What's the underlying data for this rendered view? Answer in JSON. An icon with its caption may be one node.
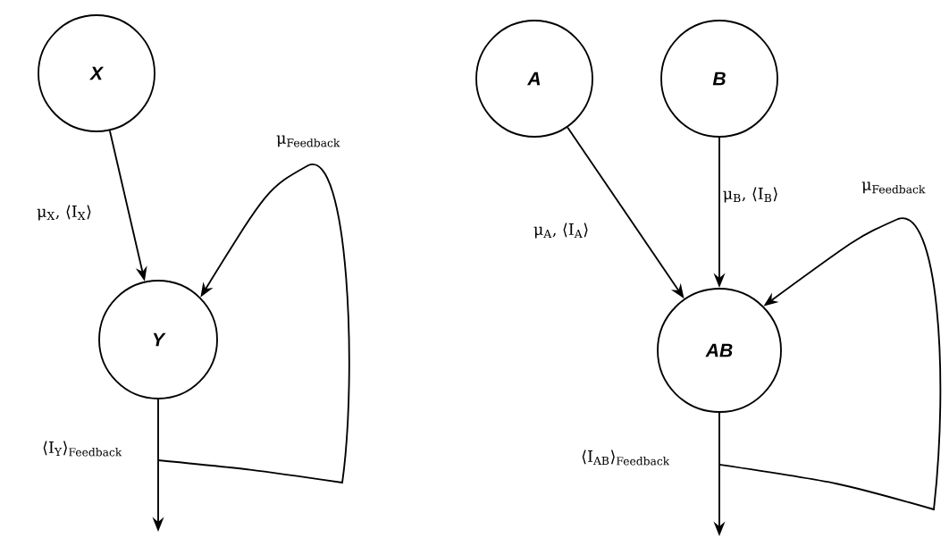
{
  "diagram": {
    "nodes": [
      {
        "text": [
          "X"
        ]
      },
      {
        "text": [
          "Y"
        ]
      },
      {
        "text": [
          "A"
        ]
      },
      {
        "text": [
          "B"
        ]
      },
      {
        "text": [
          "AB"
        ]
      }
    ],
    "edges": [
      {
        "from": 0,
        "to": 1,
        "arrow": "to",
        "label": "μ$_{X}$, ⟨I$_{X}$⟩"
      },
      {
        "from": 1,
        "to": 1,
        "arrow": "to",
        "label": "μ$_{Feedback}$"
      },
      {
        "from": 1,
        "to": null,
        "arrow": "to",
        "label": "⟨I$_{Y}$⟩$_{Feedback}$"
      },
      {
        "from": 2,
        "to": 4,
        "arrow": "to",
        "label": "μ$_{A}$, ⟨I$_{A}$⟩"
      },
      {
        "from": 3,
        "to": 4,
        "arrow": "to",
        "label": "μ$_{B}$, ⟨I$_{B}$⟩"
      },
      {
        "from": 4,
        "to": 4,
        "arrow": "to",
        "label": "μ$_{Feedback}$"
      },
      {
        "from": 4,
        "to": null,
        "arrow": "to",
        "label": "⟨I$_{AB}$⟩$_{Feedback}$"
      }
    ]
  }
}
